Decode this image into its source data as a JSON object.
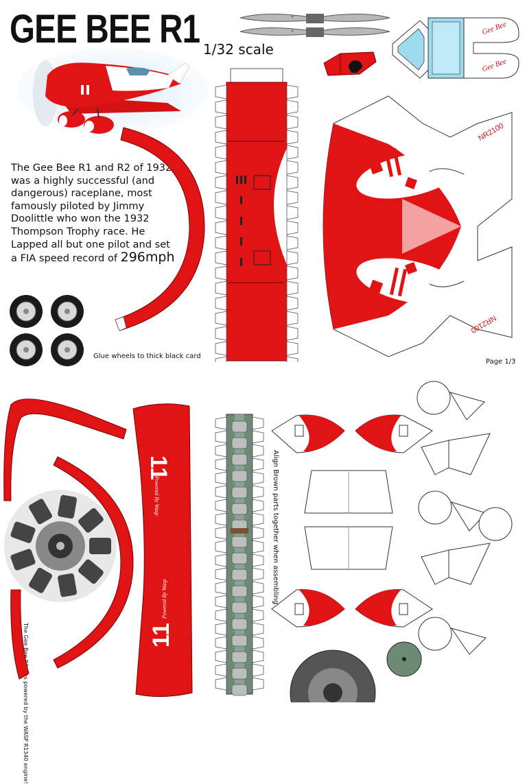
{
  "header": {
    "title": "GEE BEE R1",
    "scale": "1/32 scale"
  },
  "description": {
    "text": "The Gee Bee R1 and R2 of 1932 was a highly successful (and dangerous) raceplane, most famously piloted by Jimmy Doolittle who won the 1932 Thompson Trophy race. He Lapped all but one pilot and set a FIA",
    "speed_prefix": "speed record of ",
    "speed_value": "296mph"
  },
  "instructions": {
    "glue_wheels": "Glue wheels to thick black card",
    "align": "Align Brown parts together when assembling"
  },
  "page_number": "Page 1/3",
  "registration": "NR2100",
  "race_number": "11",
  "powered_by": "Powered By Wasp",
  "engine_note": "The Gee Bee R1 was powered by the WASP R1340 engine!",
  "colors": {
    "red": "#e01414",
    "dark_red": "#a50a0a",
    "grey": "#b4b4b4",
    "green_grey": "#6f8a74",
    "canopy": "#9ddcee"
  }
}
